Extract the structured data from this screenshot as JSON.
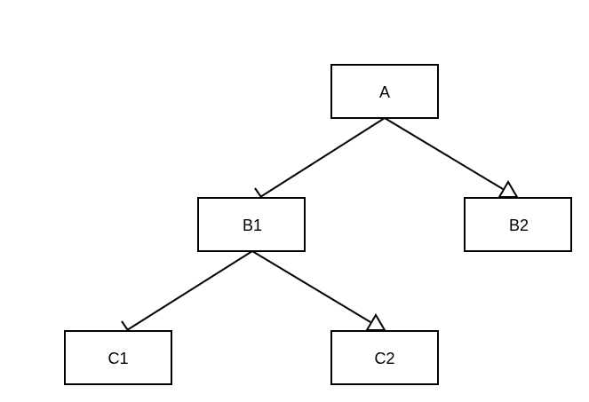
{
  "nodes": {
    "a": {
      "label": "A"
    },
    "b1": {
      "label": "B1"
    },
    "b2": {
      "label": "B2"
    },
    "c1": {
      "label": "C1"
    },
    "c2": {
      "label": "C2"
    }
  },
  "edges": [
    {
      "from": "a",
      "to": "b1",
      "end": "tick"
    },
    {
      "from": "a",
      "to": "b2",
      "end": "open-triangle"
    },
    {
      "from": "b1",
      "to": "c1",
      "end": "tick"
    },
    {
      "from": "b1",
      "to": "c2",
      "end": "open-triangle"
    }
  ],
  "colors": {
    "stroke": "#000000",
    "background": "#ffffff"
  }
}
